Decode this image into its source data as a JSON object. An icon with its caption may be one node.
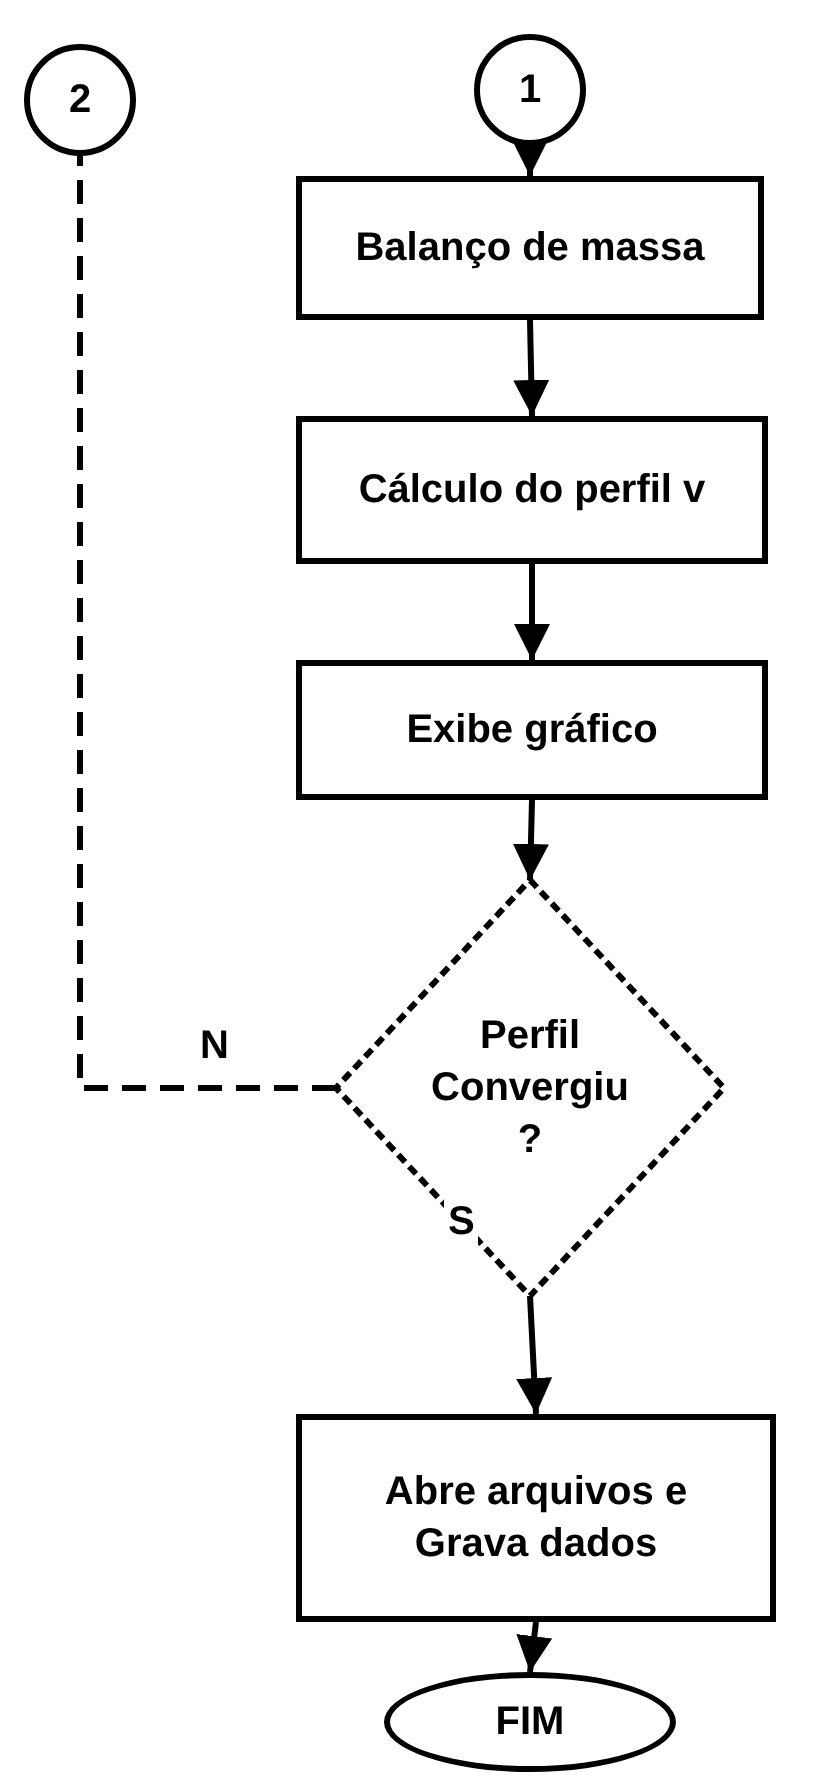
{
  "diagram": {
    "nodes": [
      {
        "text": [
          "2"
        ]
      },
      {
        "text": [
          "1"
        ]
      },
      {
        "text": [
          "Balanço de massa"
        ]
      },
      {
        "text": [
          "Cálculo do perfil v"
        ]
      },
      {
        "text": [
          "Exibe gráfico"
        ]
      },
      {
        "text": [
          "Perfil Convergiu ?"
        ]
      },
      {
        "text": [
          "Abre arquivos e Grava dados"
        ]
      },
      {
        "text": [
          "FIM"
        ]
      }
    ],
    "edges": [
      {
        "from": 1,
        "to": 2,
        "arrow": "to"
      },
      {
        "from": 2,
        "to": 3,
        "arrow": "to"
      },
      {
        "from": 3,
        "to": 4,
        "arrow": "to"
      },
      {
        "from": 4,
        "to": 5,
        "arrow": "to"
      },
      {
        "from": 5,
        "to": 0,
        "arrow": "none",
        "label": "N",
        "style": "dashed"
      },
      {
        "from": 5,
        "to": 6,
        "arrow": "to",
        "label": "S"
      },
      {
        "from": 6,
        "to": 7,
        "arrow": "to"
      }
    ]
  }
}
